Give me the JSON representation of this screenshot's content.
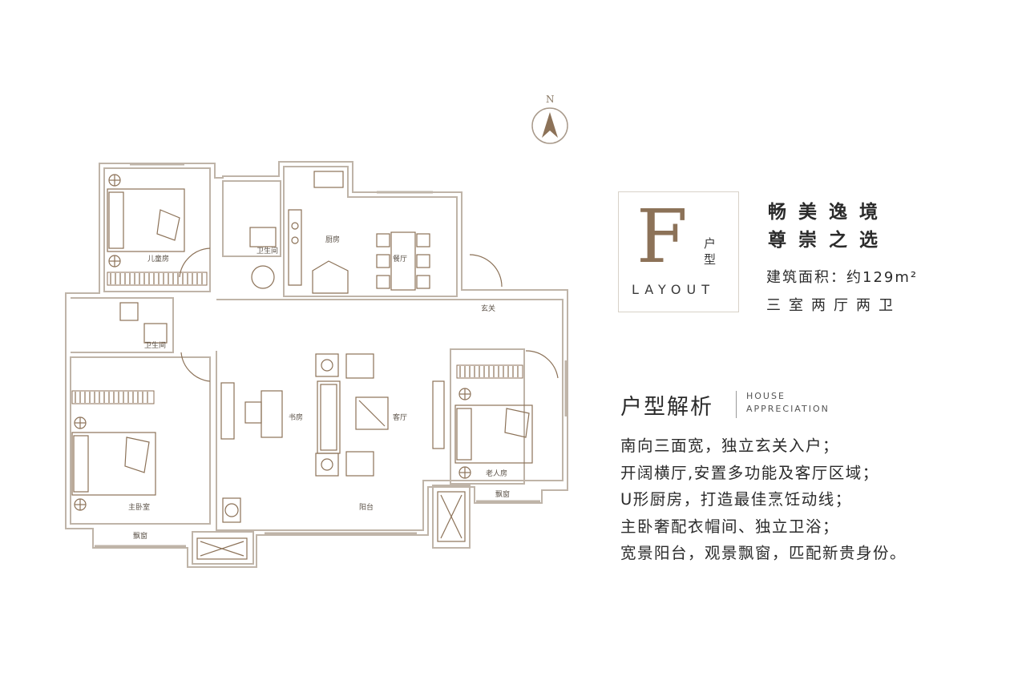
{
  "plan": {
    "compass": "N",
    "rooms": {
      "children_room": "儿童房",
      "bathroom_top": "卫生间",
      "kitchen": "厨房",
      "dining": "餐厅",
      "entrance": "玄关",
      "bathroom_left": "卫生间",
      "study": "书房",
      "living": "客厅",
      "elder_room": "老人房",
      "bay_window_right": "飘窗",
      "master_bedroom": "主卧室",
      "balcony": "阳台",
      "bay_window_left": "飘窗"
    }
  },
  "badge": {
    "letter": "F",
    "type_label": "户型",
    "layout_word": "LAYOUT"
  },
  "info": {
    "slogan_line1": "畅美逸境",
    "slogan_line2": "尊崇之选",
    "area": "建筑面积：约129m²",
    "room_config": "三室两厅两卫"
  },
  "analysis": {
    "title": "户型解析",
    "en_line1": "HOUSE",
    "en_line2": "APPRECIATION",
    "points": [
      "南向三面宽，独立玄关入户；",
      "开阔横厅,安置多功能及客厅区域；",
      "U形厨房，打造最佳烹饪动线；",
      "主卧奢配衣帽间、独立卫浴；",
      "宽景阳台，观景飘窗，匹配新贵身份。"
    ]
  },
  "colors": {
    "accent": "#8c7258",
    "wall": "#b8ada0",
    "text": "#2b2b2b"
  }
}
